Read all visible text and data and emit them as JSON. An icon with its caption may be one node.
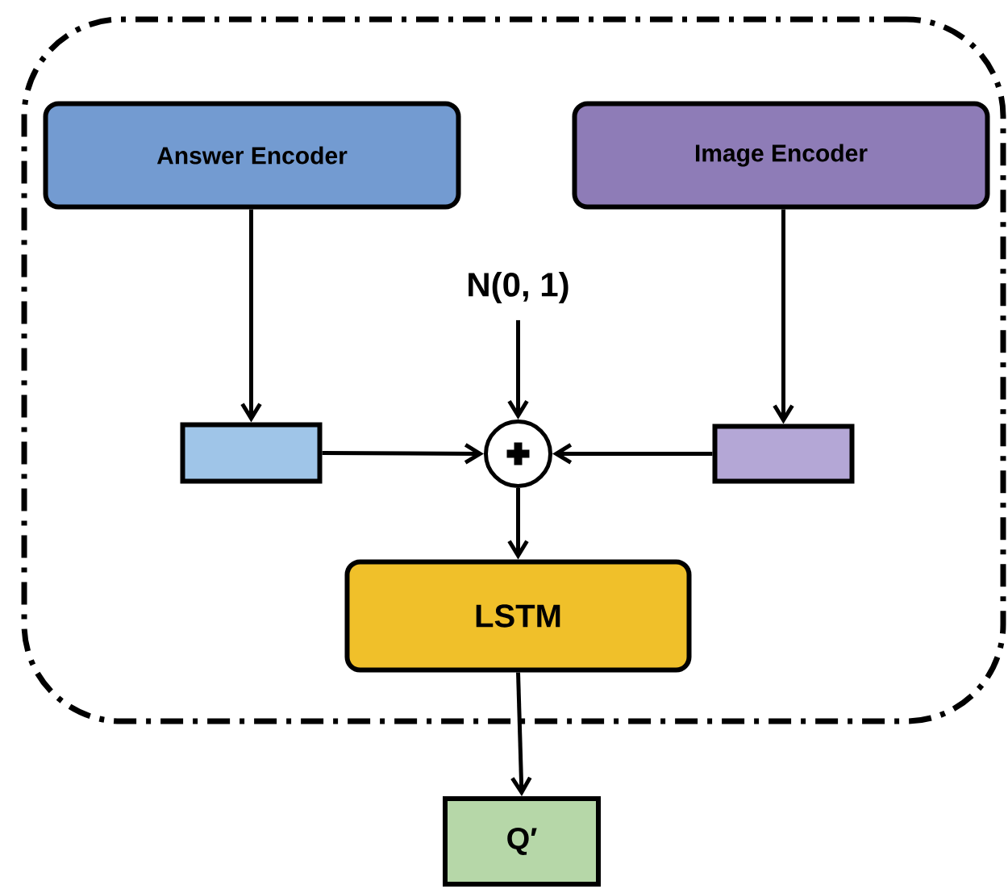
{
  "diagram": {
    "nodes": [
      {
        "text": [],
        "shape": "box"
      },
      {
        "text": [
          "Answer Encoder"
        ],
        "in": 0
      },
      {
        "text": [
          "Image Encoder"
        ],
        "in": 0
      },
      {
        "text": [
          "N(0, 1)"
        ],
        "in": 0
      },
      {
        "text": [],
        "shape": "bar",
        "in": 0
      },
      {
        "text": [],
        "shape": "circle",
        "in": 0
      },
      {
        "text": [],
        "shape": "bar",
        "in": 0
      },
      {
        "text": [
          "LSTM"
        ],
        "in": 0
      },
      {
        "text": [
          "Q′"
        ]
      }
    ],
    "edges": [
      {
        "from": 1,
        "to": 4,
        "arrow": "to"
      },
      {
        "from": 2,
        "to": 6,
        "arrow": "to"
      },
      {
        "from": 3,
        "to": 5,
        "arrow": "to"
      },
      {
        "from": 4,
        "to": 5,
        "arrow": "to"
      },
      {
        "from": 6,
        "to": 5,
        "arrow": "to"
      },
      {
        "from": 5,
        "to": 7,
        "arrow": "to"
      },
      {
        "from": 7,
        "to": 8,
        "arrow": "to"
      }
    ]
  }
}
